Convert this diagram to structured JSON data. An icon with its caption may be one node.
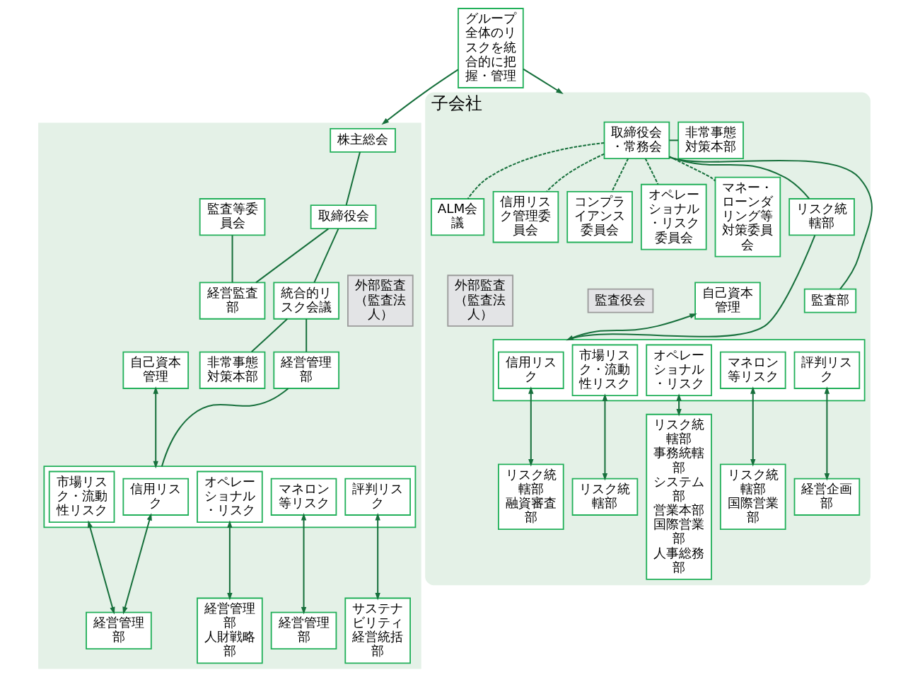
{
  "diagram": {
    "nodes": [
      {
        "text": [],
        "shape": "box"
      },
      {
        "text": [
          "株主総会"
        ],
        "in": 0
      },
      {
        "text": [
          "監査等委員会"
        ],
        "in": 0
      },
      {
        "text": [
          "取締役会"
        ],
        "in": 0
      },
      {
        "text": [
          "統合的リスク会議"
        ],
        "in": 0
      },
      {
        "text": [
          "非常事態対策本部"
        ],
        "in": 0
      },
      {
        "text": [
          "経営管理部"
        ],
        "in": 0
      },
      {
        "text": [
          "外部監査（監査法人）"
        ],
        "in": 0
      },
      {
        "text": [
          "経営監査部"
        ],
        "in": 0
      },
      {
        "text": [
          "自己資本管理"
        ],
        "in": 0
      },
      {
        "text": [],
        "shape": "box",
        "in": 0
      },
      {
        "text": [
          "信用リスク"
        ],
        "in": 10
      },
      {
        "text": [
          "市場リスク・流動性リスク"
        ],
        "in": 10
      },
      {
        "text": [
          "オペレーショナル・リスク"
        ],
        "in": 10
      },
      {
        "text": [
          "マネロン等リスク"
        ],
        "in": 10
      },
      {
        "text": [
          "評判リスク"
        ],
        "in": 10
      },
      {
        "text": [
          "経営管理部"
        ],
        "in": 0
      },
      {
        "text": [
          "経営管理部",
          "人財戦略部"
        ],
        "in": 0
      },
      {
        "text": [
          "経営管理部"
        ],
        "in": 0
      },
      {
        "text": [
          "サステナビリティ",
          "経営統括部"
        ],
        "in": 0
      },
      {
        "text": [
          "グループ全体のリスクを統合的に把握・管理"
        ]
      },
      {
        "text": [
          "子会社"
        ]
      },
      {
        "text": [
          "取締役会・常務会"
        ],
        "in": 21
      },
      {
        "text": [
          "非常事態対策本部"
        ],
        "in": 21
      },
      {
        "text": [
          "ALM会議"
        ],
        "in": 21
      },
      {
        "text": [
          "信用リスク管理委員会"
        ],
        "in": 21
      },
      {
        "text": [
          "コンプライアンス委員会"
        ],
        "in": 21
      },
      {
        "text": [
          "オペレーショナル・リスク委員会"
        ],
        "in": 21
      },
      {
        "text": [
          "マネー・ローンダリング等対策委員会"
        ],
        "in": 21
      },
      {
        "text": [
          "リスク統轄部"
        ],
        "in": 21
      },
      {
        "text": [
          "監査部"
        ],
        "in": 21
      },
      {
        "text": [
          "監査役会"
        ],
        "in": 21
      },
      {
        "text": [
          "外部監査（監査法人）"
        ],
        "in": 21
      },
      {
        "text": [
          "自己資本管理"
        ],
        "in": 21
      },
      {
        "text": [],
        "shape": "box",
        "in": 21
      },
      {
        "text": [
          "信用リスク"
        ],
        "in": 34
      },
      {
        "text": [
          "市場リスク・流動性リスク"
        ],
        "in": 34
      },
      {
        "text": [
          "オペレーショナル・リスク"
        ],
        "in": 34
      },
      {
        "text": [
          "マネロン等リスク"
        ],
        "in": 34
      },
      {
        "text": [
          "評判リスク"
        ],
        "in": 34
      },
      {
        "text": [
          "リスク統轄部",
          "融資審査部"
        ],
        "in": 21
      },
      {
        "text": [
          "リスク統轄部"
        ],
        "in": 21
      },
      {
        "text": [
          "リスク統轄部",
          "事務統轄部",
          "システム部",
          "営業本部",
          "国際営業部",
          "人事総務部"
        ],
        "in": 21
      },
      {
        "text": [
          "リスク統轄部",
          "国際営業部"
        ],
        "in": 21
      },
      {
        "text": [
          "経営企画部"
        ],
        "in": 21
      }
    ],
    "edges": [
      {
        "from": 1,
        "to": 3,
        "arrow": "none"
      },
      {
        "from": 2,
        "to": 8,
        "arrow": "none"
      },
      {
        "from": 3,
        "to": 8,
        "arrow": "none"
      },
      {
        "from": 3,
        "to": 4,
        "arrow": "none"
      },
      {
        "from": 4,
        "to": 5,
        "arrow": "none"
      },
      {
        "from": 4,
        "to": 6,
        "arrow": "none"
      },
      {
        "from": 6,
        "to": 10,
        "arrow": "none"
      },
      {
        "from": 9,
        "to": 10,
        "arrow": "both"
      },
      {
        "from": 11,
        "to": 16,
        "arrow": "both"
      },
      {
        "from": 12,
        "to": 16,
        "arrow": "both"
      },
      {
        "from": 13,
        "to": 17,
        "arrow": "both"
      },
      {
        "from": 14,
        "to": 18,
        "arrow": "both"
      },
      {
        "from": 15,
        "to": 19,
        "arrow": "both"
      },
      {
        "from": 20,
        "to": 0,
        "arrow": "to"
      },
      {
        "from": 20,
        "to": 21,
        "arrow": "to"
      },
      {
        "from": 22,
        "to": 23,
        "arrow": "none"
      },
      {
        "from": 22,
        "to": 24,
        "arrow": "none",
        "style": "dashed"
      },
      {
        "from": 22,
        "to": 25,
        "arrow": "none",
        "style": "dashed"
      },
      {
        "from": 22,
        "to": 26,
        "arrow": "none",
        "style": "dashed"
      },
      {
        "from": 22,
        "to": 27,
        "arrow": "none",
        "style": "dashed"
      },
      {
        "from": 22,
        "to": 28,
        "arrow": "none",
        "style": "dashed"
      },
      {
        "from": 22,
        "to": 29,
        "arrow": "none"
      },
      {
        "from": 22,
        "to": 30,
        "arrow": "none"
      },
      {
        "from": 29,
        "to": 34,
        "arrow": "none"
      },
      {
        "from": 33,
        "to": 34,
        "arrow": "both"
      },
      {
        "from": 35,
        "to": 40,
        "arrow": "both"
      },
      {
        "from": 36,
        "to": 41,
        "arrow": "both"
      },
      {
        "from": 37,
        "to": 42,
        "arrow": "both"
      },
      {
        "from": 38,
        "to": 43,
        "arrow": "both"
      },
      {
        "from": 39,
        "to": 44,
        "arrow": "both"
      }
    ]
  }
}
